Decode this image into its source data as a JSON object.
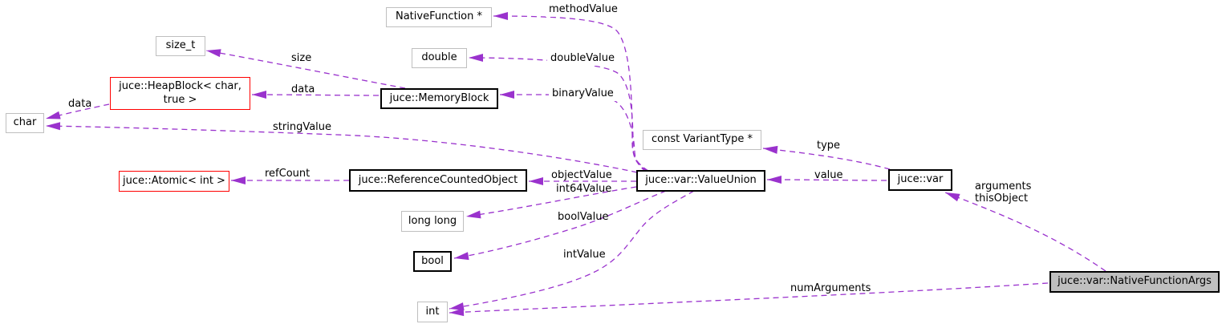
{
  "diagram": {
    "colors": {
      "edge": "#9a32cd",
      "node_border": "#bfbfbf",
      "bold_border": "#000000",
      "red_border": "#ff0000",
      "selected_fill": "#bfbfbf",
      "background": "#ffffff",
      "text": "#000000"
    },
    "nodes": {
      "native_function": {
        "label": "NativeFunction *"
      },
      "size_t": {
        "label": "size_t"
      },
      "double": {
        "label": "double"
      },
      "heap_block": {
        "label": "juce::HeapBlock< char,",
        "label2": "true >"
      },
      "memory_block": {
        "label": "juce::MemoryBlock"
      },
      "char": {
        "label": "char"
      },
      "variant_type": {
        "label": "const VariantType *"
      },
      "atomic": {
        "label": "juce::Atomic< int >"
      },
      "ref_counted": {
        "label": "juce::ReferenceCountedObject"
      },
      "value_union": {
        "label": "juce::var::ValueUnion"
      },
      "var": {
        "label": "juce::var"
      },
      "long_long": {
        "label": "long long"
      },
      "bool": {
        "label": "bool"
      },
      "int": {
        "label": "int"
      },
      "native_function_args": {
        "label": "juce::var::NativeFunctionArgs"
      }
    },
    "edge_labels": {
      "method_value": "methodValue",
      "double_value": "doubleValue",
      "binary_value": "binaryValue",
      "size": "size",
      "data_memory": "data",
      "data_heap": "data",
      "string_value": "stringValue",
      "object_value": "objectValue",
      "int64_value": "int64Value",
      "bool_value": "boolValue",
      "int_value": "intValue",
      "ref_count": "refCount",
      "type": "type",
      "value": "value",
      "arguments": "arguments",
      "this_object": "thisObject",
      "num_arguments": "numArguments"
    }
  }
}
